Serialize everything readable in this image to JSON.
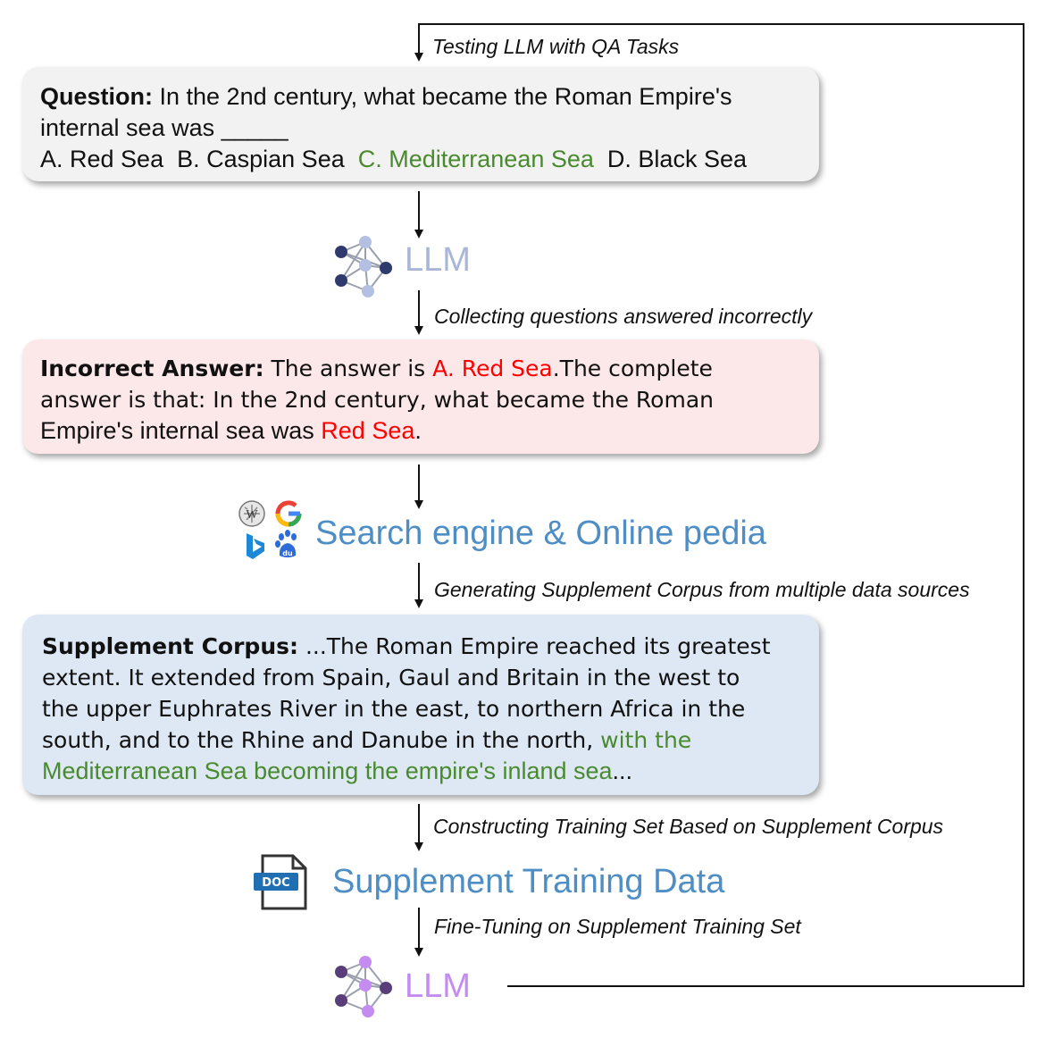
{
  "colors": {
    "question_bg": "#f2f2f2",
    "incorrect_bg": "#fde8e9",
    "corpus_bg": "#dde8f4",
    "correct_green": "#4a8a2f",
    "wrong_red": "#ff0000",
    "llm_top_label": "#aab6d8",
    "llm_bottom_label": "#c48cf0",
    "search_label": "#4e8ec4",
    "training_label": "#4e8ec4"
  },
  "edges": {
    "testing": "Testing LLM with QA Tasks",
    "collecting": "Collecting questions answered incorrectly",
    "generating": "Generating Supplement Corpus from multiple data sources",
    "constructing": "Constructing Training Set Based on Supplement Corpus",
    "finetuning": "Fine-Tuning on Supplement Training Set"
  },
  "question": {
    "heading": "Question:",
    "text_1": " In the 2nd century, what became the Roman Empire's",
    "text_2": "internal sea was _____",
    "option_a": "A. Red Sea",
    "option_b": "B. Caspian Sea",
    "option_c": "C. Mediterranean Sea",
    "option_d": "D. Black Sea"
  },
  "llm_top": {
    "label": "LLM",
    "icon": "neural-network-icon"
  },
  "incorrect": {
    "heading": "Incorrect Answer:",
    "text_1": " The answer is ",
    "wrong_1": "A. Red Sea",
    "text_2": ".The complete",
    "text_3": "answer is that: In the 2nd century, what became the Roman",
    "text_4": "Empire's internal sea was ",
    "wrong_2": "Red Sea",
    "text_5": "."
  },
  "search": {
    "label": "Search engine & Online pedia",
    "icons": [
      "wikipedia-icon",
      "google-icon",
      "bing-icon",
      "baidu-icon"
    ],
    "baidu_glyph": "du"
  },
  "corpus": {
    "heading": "Supplement Corpus:",
    "text_1": " ...The Roman Empire reached its greatest",
    "text_2": "extent. It extended from Spain, Gaul and Britain in the west to",
    "text_3": "the upper Euphrates River in the east, to northern Africa in the",
    "text_4": "south, and to the Rhine and Danube in the north, ",
    "green_1": "with the",
    "green_2": "Mediterranean Sea becoming the empire's inland sea",
    "text_5": "..."
  },
  "training": {
    "label": "Supplement Training Data",
    "icon": "doc-file-icon",
    "doc_glyph": "DOC"
  },
  "llm_bottom": {
    "label": "LLM",
    "icon": "neural-network-icon"
  }
}
